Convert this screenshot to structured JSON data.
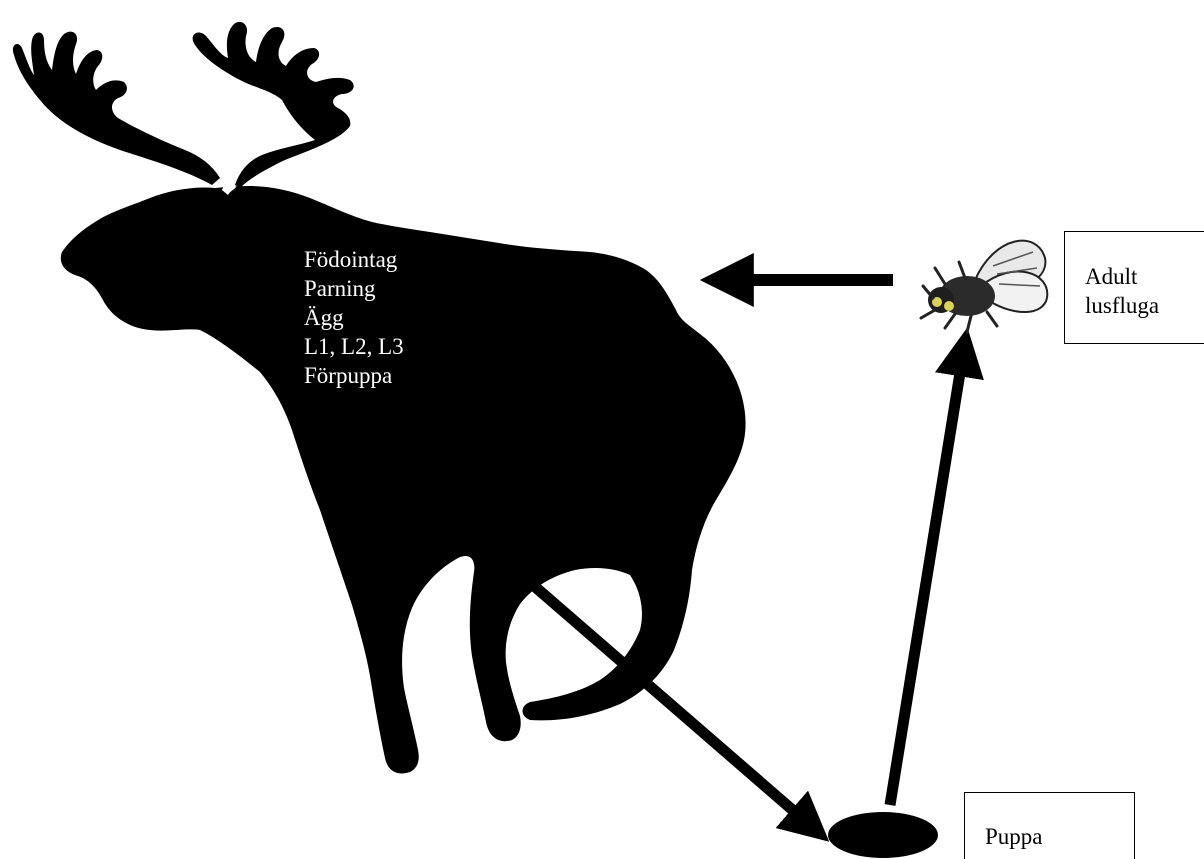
{
  "colors": {
    "background": "#ffffff",
    "silhouette": "#000000",
    "text_on_silhouette": "#ffffff",
    "arrow": "#000000",
    "fly_body": "#2b2b2b",
    "fly_eye": "#d8d25a"
  },
  "icons": {
    "moose": "moose-silhouette",
    "fly": "louse-fly-icon",
    "pupa": "pupa-ellipse"
  },
  "moose_stages": {
    "line1": "Födointag",
    "line2": "Parning",
    "line3": "Ägg",
    "line4": "L1, L2, L3",
    "line5": "Förpuppa"
  },
  "labels": {
    "adult_line1": "Adult",
    "adult_line2": "lusfluga",
    "pupa": "Puppa"
  }
}
